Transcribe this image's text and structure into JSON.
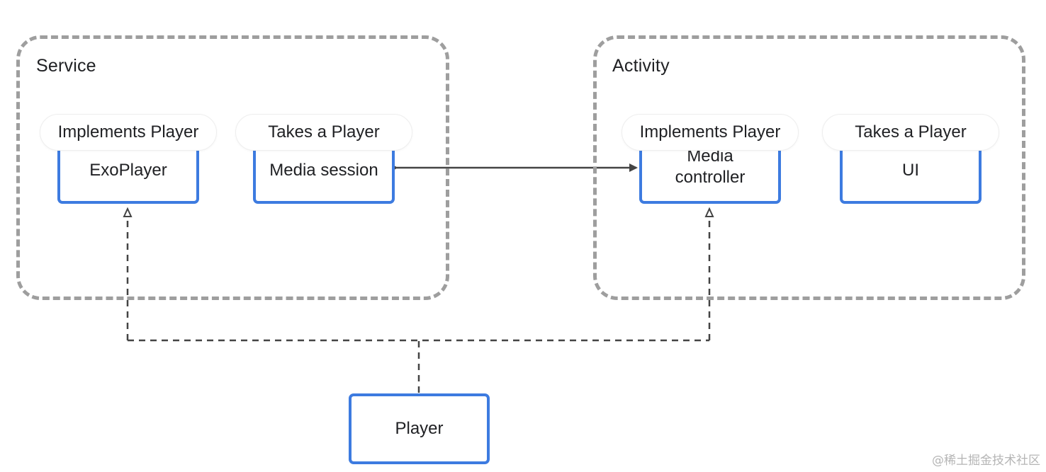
{
  "containers": {
    "service": {
      "title": "Service"
    },
    "activity": {
      "title": "Activity"
    }
  },
  "nodes": {
    "exoplayer": {
      "label": "ExoPlayer",
      "tag": "Implements Player"
    },
    "media_session": {
      "label": "Media session",
      "tag": "Takes a Player"
    },
    "media_controller": {
      "label": "Media\ncontroller",
      "tag": "Implements Player"
    },
    "ui": {
      "label": "UI",
      "tag": "Takes a Player"
    },
    "player": {
      "label": "Player"
    }
  },
  "colors": {
    "node_border": "#3d7be0",
    "container_border": "#9e9e9e",
    "connector": "#444444"
  },
  "watermark": "@稀土掘金技术社区"
}
